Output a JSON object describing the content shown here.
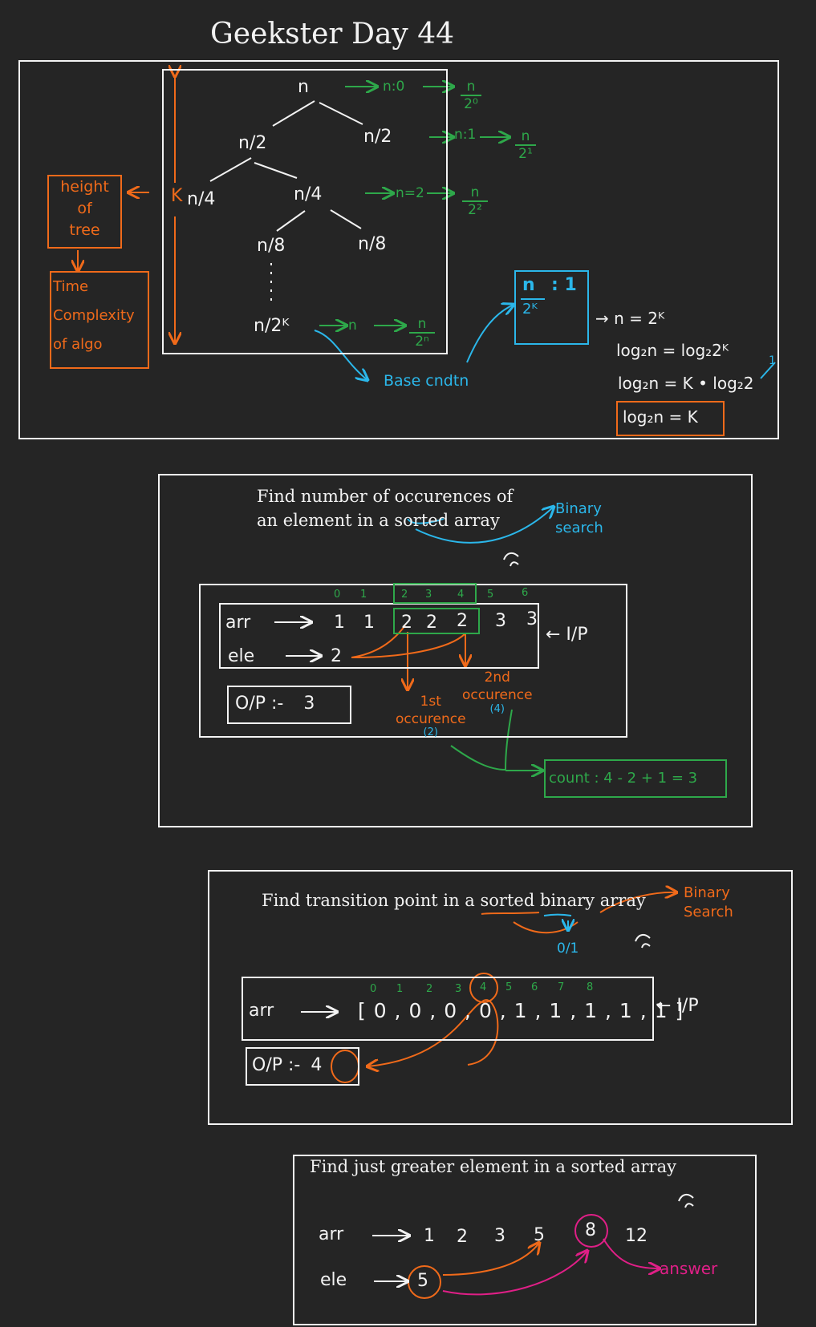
{
  "title": "Geekster Day 44",
  "section1": {
    "tree_nodes": [
      "n",
      "n/2",
      "n/2",
      "n/4",
      "n/4",
      "n/8",
      "n/8",
      "n/2ᴷ"
    ],
    "k_label": "K",
    "level_eqs": [
      "n:0",
      "n:1",
      "n=2",
      "n"
    ],
    "fraction_num": [
      "n",
      "n",
      "n",
      "n"
    ],
    "fraction_den": [
      "2⁰",
      "2¹",
      "2²",
      "2ⁿ"
    ],
    "height_label": [
      "height",
      "of",
      "tree"
    ],
    "time_label": [
      "Time",
      "Complexity",
      "of algo"
    ],
    "base_cond": "Base cndtn",
    "frac_box_num": "n",
    "frac_box_eq": ": 1",
    "frac_box_den": "2ᴷ",
    "derivation": [
      "→ n = 2ᴷ",
      "log₂n = log₂2ᴷ",
      "log₂n = K • log₂2",
      "log₂n = K"
    ],
    "strike_one": "1"
  },
  "section2": {
    "title_line1": "Find number of occurences of",
    "title_line2": "an element in a sorted array",
    "method": [
      "Binary",
      "search"
    ],
    "indices": [
      "0",
      "1",
      "2",
      "3",
      "4",
      "5",
      "6"
    ],
    "arr_label": "arr",
    "arr_values": [
      "1",
      "1",
      "2",
      "2",
      "2",
      "3",
      "3"
    ],
    "ele_label": "ele",
    "ele_value": "2",
    "ip_label": "← I/P",
    "op_label": "O/P :-",
    "op_value": "3",
    "first_occ": [
      "1st",
      "occurence",
      "(2)"
    ],
    "second_occ": [
      "2nd",
      "occurence",
      "(4)"
    ],
    "count": "count : 4 - 2 + 1 = 3"
  },
  "section3": {
    "title": "Find transition point in a sorted binary array",
    "method": [
      "Binary",
      "Search"
    ],
    "sub": "0/1",
    "indices": [
      "0",
      "1",
      "2",
      "3",
      "4",
      "5",
      "6",
      "7",
      "8"
    ],
    "arr_label": "arr",
    "arr_values": "[ 0 , 0 , 0 , 0 , 1 , 1 , 1 , 1 , 1 ]",
    "ip_label": "← I/P",
    "op_label": "O/P :-",
    "op_value": "4"
  },
  "section4": {
    "title": "Find just greater element in a sorted array",
    "arr_label": "arr",
    "arr_values": [
      "1",
      "2",
      "3",
      "5",
      "8",
      "12"
    ],
    "ele_label": "ele",
    "ele_value": "5",
    "answer": "answer"
  },
  "colors": {
    "background": "#252525",
    "white": "#f2f2f2",
    "green": "#2ea84a",
    "orange": "#f06a1a",
    "blue": "#2bb7ea",
    "pink": "#e01f87"
  }
}
